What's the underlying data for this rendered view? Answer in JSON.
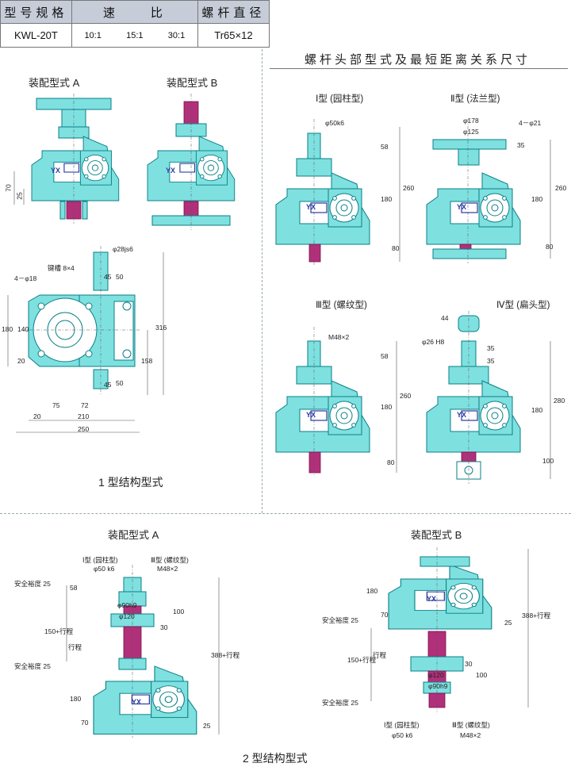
{
  "spec_table": {
    "col_model_header": "型号规格",
    "col_ratio_header": "速　　比",
    "col_screw_header": "螺杆直径",
    "model": "KWL-20T",
    "ratios": [
      "10:1",
      "15:1",
      "30:1"
    ],
    "screw": "Tr65×12"
  },
  "badge": "YX",
  "colors": {
    "body": "#7fe0e0",
    "outline": "#0a7f86",
    "shaft": "#b1307a",
    "table_header": "#c6cdd9"
  },
  "left_top": {
    "assembly_a": "装配型式 A",
    "assembly_b": "装配型式 B",
    "dims": {
      "d70": "70",
      "d25": "25"
    }
  },
  "type1_structure": {
    "caption": "1 型结构型式",
    "labels": {
      "shaft_dia": "φ28js6",
      "keyway": "键槽 8×4",
      "holes": "4－φ18",
      "d45a": "45",
      "d50a": "50",
      "d45b": "45",
      "d50b": "50",
      "d180": "180",
      "d140": "140",
      "d20": "20",
      "d316": "316",
      "d158": "158",
      "d75": "75",
      "d72": "72",
      "d20b": "20",
      "d210": "210",
      "d250": "250"
    }
  },
  "head_types": {
    "title": "螺杆头部型式及最短距离关系尺寸",
    "type1": {
      "name": "Ⅰ型 (园柱型)",
      "dia": "φ50k6",
      "d58": "58",
      "d260": "260",
      "d180": "180",
      "d80": "80"
    },
    "type2": {
      "name": "Ⅱ型 (法兰型)",
      "d178": "φ178",
      "d125": "φ125",
      "holes": "4－φ21",
      "d35": "35",
      "d260": "260",
      "d180": "180",
      "d80": "80"
    },
    "type3": {
      "name": "Ⅲ型 (螺纹型)",
      "thread": "M48×2",
      "d58": "58",
      "d260": "260",
      "d180": "180",
      "d80": "80"
    },
    "type4": {
      "name": "Ⅳ型 (扁头型)",
      "dia": "φ26 H8",
      "d44": "44",
      "d35a": "35",
      "d35b": "35",
      "d280": "280",
      "d180": "180",
      "d100": "100"
    }
  },
  "type2_structure": {
    "caption": "2 型结构型式",
    "assembly_a": {
      "title": "装配型式 A",
      "type1_label": "Ⅰ型 (园柱型)",
      "type1_dia": "φ50 k6",
      "type3_label": "Ⅲ型 (螺纹型)",
      "type3_thread": "M48×2",
      "safety1": "安全裕度 25",
      "safety2": "安全裕度 25",
      "d58": "58",
      "d90": "φ90h9",
      "d120": "φ120",
      "d100": "100",
      "d30": "30",
      "stroke": "150+行程",
      "travel": "行程",
      "d180": "180",
      "d70": "70",
      "d25": "25",
      "total": "388+行程"
    },
    "assembly_b": {
      "title": "装配型式 B",
      "d180": "180",
      "d70": "70",
      "d25": "25",
      "safety1": "安全裕度 25",
      "safety2": "安全裕度 25",
      "stroke": "150+行程",
      "travel": "行程",
      "d120": "φ120",
      "d90": "φ90h9",
      "d30": "30",
      "d100": "100",
      "total": "388+行程",
      "type1_label": "Ⅰ型 (园柱型)",
      "type1_dia": "φ50 k6",
      "type3_label": "Ⅲ型 (螺纹型)",
      "type3_thread": "M48×2"
    }
  }
}
